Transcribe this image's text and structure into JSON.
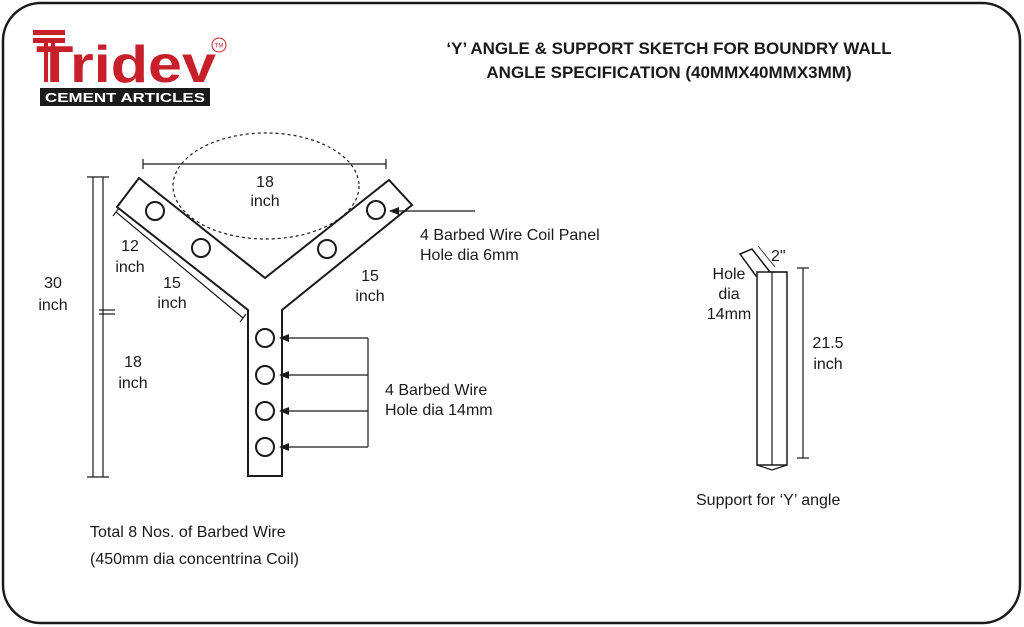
{
  "brand": {
    "name": "Tridev",
    "tm": "TM",
    "tagline": "CEMENT ARTICLES",
    "accent_color": "#c8202a"
  },
  "title": {
    "line1": "‘Y’ ANGLE & SUPPORT SKETCH FOR BOUNDRY WALL",
    "line2": "ANGLE SPECIFICATION (40MMX40MMX3MM)"
  },
  "y_angle": {
    "top_span": {
      "value": "18",
      "unit": "inch"
    },
    "arm_left_upper": {
      "value": "12",
      "unit": "inch"
    },
    "arm_left": {
      "value": "15",
      "unit": "inch"
    },
    "arm_right": {
      "value": "15",
      "unit": "inch"
    },
    "total_height": {
      "value": "30",
      "unit": "inch"
    },
    "stem_height": {
      "value": "18",
      "unit": "inch"
    },
    "coil_panel_note": {
      "line1": "4 Barbed Wire Coil Panel",
      "line2": "Hole dia 6mm"
    },
    "stem_note": {
      "line1": "4 Barbed Wire",
      "line2": "Hole dia 14mm"
    }
  },
  "support": {
    "top_size": "2\"",
    "hole_label": {
      "line1": "Hole",
      "line2": "dia",
      "line3": "14mm"
    },
    "height": {
      "value": "21.5",
      "unit": "inch"
    },
    "caption": "Support for ‘Y’ angle"
  },
  "footer_note": {
    "line1": "Total 8 Nos. of Barbed Wire",
    "line2": "(450mm dia concentrina Coil)"
  }
}
